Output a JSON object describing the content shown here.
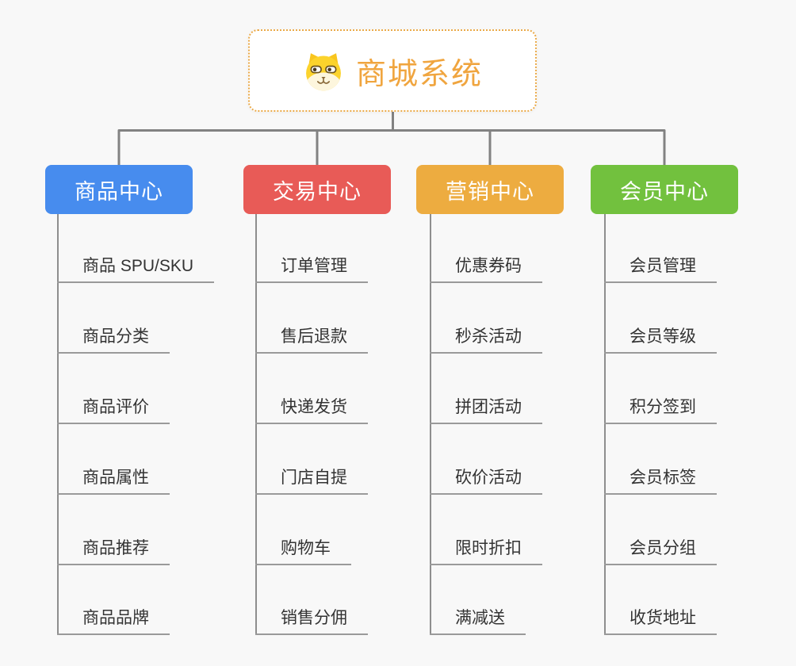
{
  "root": {
    "title": "商城系统",
    "title_color": "#f0a53f",
    "border_color": "#eaa948",
    "icon": "dog-face-icon"
  },
  "branches": [
    {
      "label": "商品中心",
      "color": "#478cee",
      "items": [
        "商品 SPU/SKU",
        "商品分类",
        "商品评价",
        "商品属性",
        "商品推荐",
        "商品品牌"
      ]
    },
    {
      "label": "交易中心",
      "color": "#e85b57",
      "items": [
        "订单管理",
        "售后退款",
        "快递发货",
        "门店自提",
        "购物车",
        "销售分佣"
      ]
    },
    {
      "label": "营销中心",
      "color": "#edac40",
      "items": [
        "优惠券码",
        "秒杀活动",
        "拼团活动",
        "砍价活动",
        "限时折扣",
        "满减送"
      ]
    },
    {
      "label": "会员中心",
      "color": "#72c13e",
      "items": [
        "会员管理",
        "会员等级",
        "积分签到",
        "会员标签",
        "会员分组",
        "收货地址"
      ]
    }
  ],
  "colors": {
    "background": "#f8f8f8",
    "connector": "#828282",
    "trunk": "#8e8e8e",
    "underline": "#9a9a9a",
    "item_text": "#333333"
  }
}
